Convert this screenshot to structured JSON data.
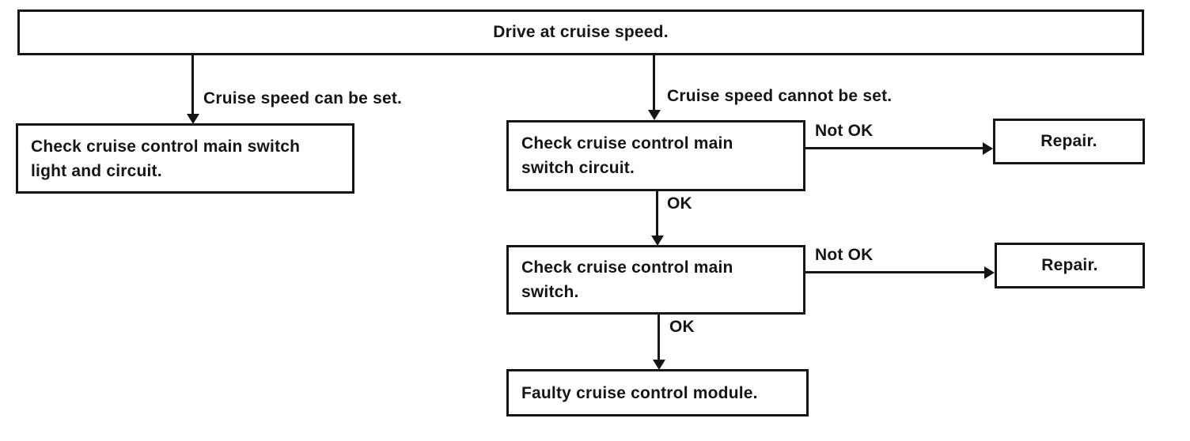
{
  "flow": {
    "start": "Drive at cruise speed.",
    "left_branch": {
      "condition": "Cruise speed can be set.",
      "action": "Check cruise control main switch light and circuit."
    },
    "right_branch": {
      "condition": "Cruise speed cannot be set.",
      "check1": "Check cruise control main switch circuit.",
      "check1_not_ok_label": "Not OK",
      "check1_not_ok_action": "Repair.",
      "check1_ok_label": "OK",
      "check2": "Check cruise control main switch.",
      "check2_not_ok_label": "Not OK",
      "check2_not_ok_action": "Repair.",
      "check2_ok_label": "OK",
      "final": "Faulty cruise control module."
    }
  },
  "colors": {
    "line": "#151515",
    "background": "#ffffff",
    "text": "#151515"
  }
}
